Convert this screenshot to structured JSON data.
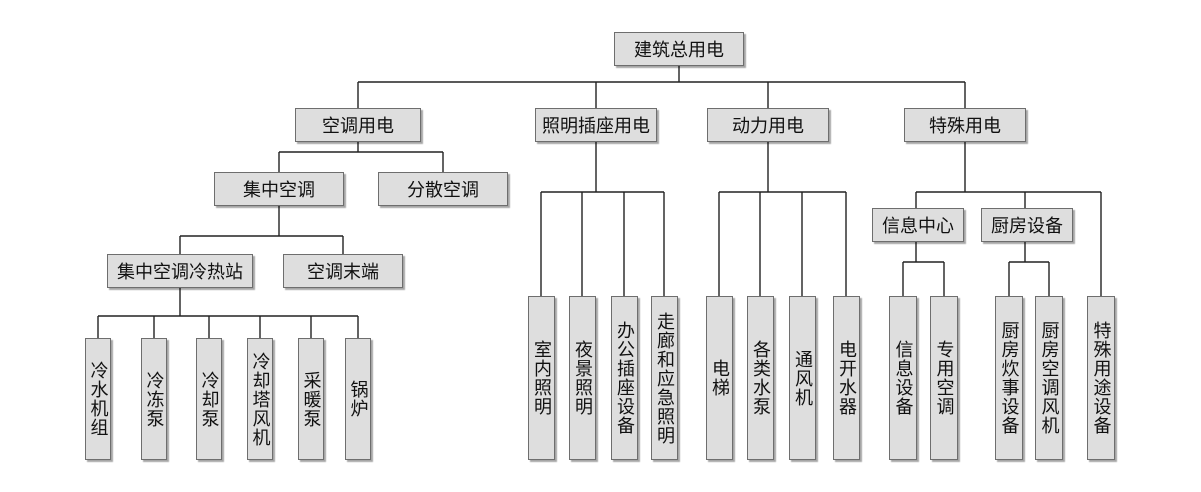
{
  "diagram": {
    "root": "建筑总用电",
    "categories": {
      "ac": "空调用电",
      "lighting": "照明插座用电",
      "power": "动力用电",
      "special": "特殊用电"
    },
    "ac": {
      "central": "集中空调",
      "split": "分散空调",
      "plant": "集中空调冷热站",
      "terminal": "空调末端",
      "plant_items": [
        "冷水机组",
        "冷冻泵",
        "冷却泵",
        "冷却塔风机",
        "采暖泵",
        "锅炉"
      ]
    },
    "lighting_items": [
      "室内照明",
      "夜景照明",
      "办公插座设备",
      "走廊和应急照明"
    ],
    "power_items": [
      "电梯",
      "各类水泵",
      "通风机",
      "电开水器"
    ],
    "special": {
      "info_center": "信息中心",
      "kitchen": "厨房设备",
      "info_items": [
        "信息设备",
        "专用空调"
      ],
      "kitchen_items": [
        "厨房炊事设备",
        "厨房空调风机"
      ],
      "other": "特殊用途设备"
    }
  }
}
